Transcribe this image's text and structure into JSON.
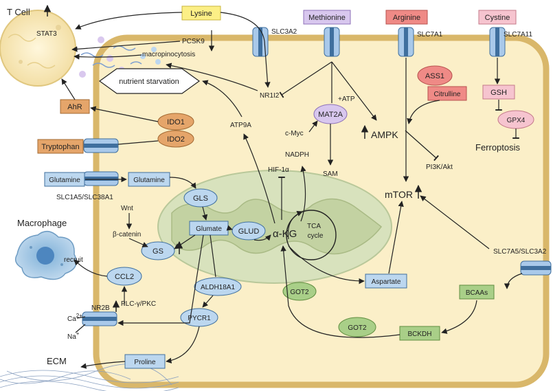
{
  "labels": {
    "t_cell": "T Cell",
    "stat3": "STAT3",
    "lysine": "Lysine",
    "methionine": "Methionine",
    "arginine": "Arginine",
    "cystine": "Cystine",
    "slc3a2_top": "SLC3A2",
    "slc7a1": "SLC7A1",
    "slc7a11": "SLC7A11",
    "pcsk9": "PCSK9",
    "macropinocytosis": "macropinocytosis",
    "nutrient_starvation": "nutrient starvation",
    "nr1i2": "NR1I2",
    "plus_atp": "+ATP",
    "mat2a": "MAT2A",
    "ass1": "ASS1",
    "citrulline": "Citrulline",
    "gsh": "GSH",
    "gpx4": "GPX4",
    "ferroptosis": "Ferroptosis",
    "ahr": "AhR",
    "ido1": "IDO1",
    "ido2": "IDO2",
    "tryptophan": "Tryptophan",
    "atp9a": "ATP9A",
    "cmyc": "c-Myc",
    "ampk": "AMPK",
    "nadph": "NADPH",
    "sam": "SAM",
    "pi3k_akt": "PI3K/Akt",
    "hif1a": "HIF-1α",
    "glutamine_out": "Glutamine",
    "glutamine_in": "Glutamine",
    "slc1a5": "SLC1A5/SLC38A1",
    "mtor": "mTOR",
    "gls": "GLS",
    "wnt": "Wnt",
    "macrophage": "Macrophage",
    "bcatenin": "β-catenin",
    "glumate": "Glumate",
    "glud": "GLUD",
    "akg": "α-KG",
    "tca": "TCA",
    "cycle": "cycle",
    "gs": "GS",
    "recruit": "recruit",
    "ccl2": "CCL2",
    "slc7a5": "SLC7A5/SLC3A2",
    "aldh18a1": "ALDH18A1",
    "aspartate": "Aspartate",
    "got2_a": "GOT2",
    "nr2b": "NR2B",
    "plc": "PLC-γ/PKC",
    "bcaas": "BCAAs",
    "ca": "Ca",
    "ca_sup": "2+",
    "na": "Na",
    "na_sup": "+",
    "pycr1": "PYCR1",
    "got2_b": "GOT2",
    "bckdh": "BCKDH",
    "proline": "Proline",
    "ecm": "ECM"
  },
  "colors": {
    "cell_fill": "#fbefc8",
    "cell_border": "#d9b76a",
    "mito_fill": "#d8e2bd",
    "mito_inner": "#c3d2a2",
    "blue_node": "#bcd7ef",
    "blue_border": "#3f6f9e",
    "lysine": "#fcef86",
    "methionine": "#d8c7ee",
    "arginine": "#ef8a86",
    "cystine": "#f6c4cf",
    "orange_node": "#e5a56a",
    "green_node": "#a9cf88",
    "arrow": "#222222"
  }
}
